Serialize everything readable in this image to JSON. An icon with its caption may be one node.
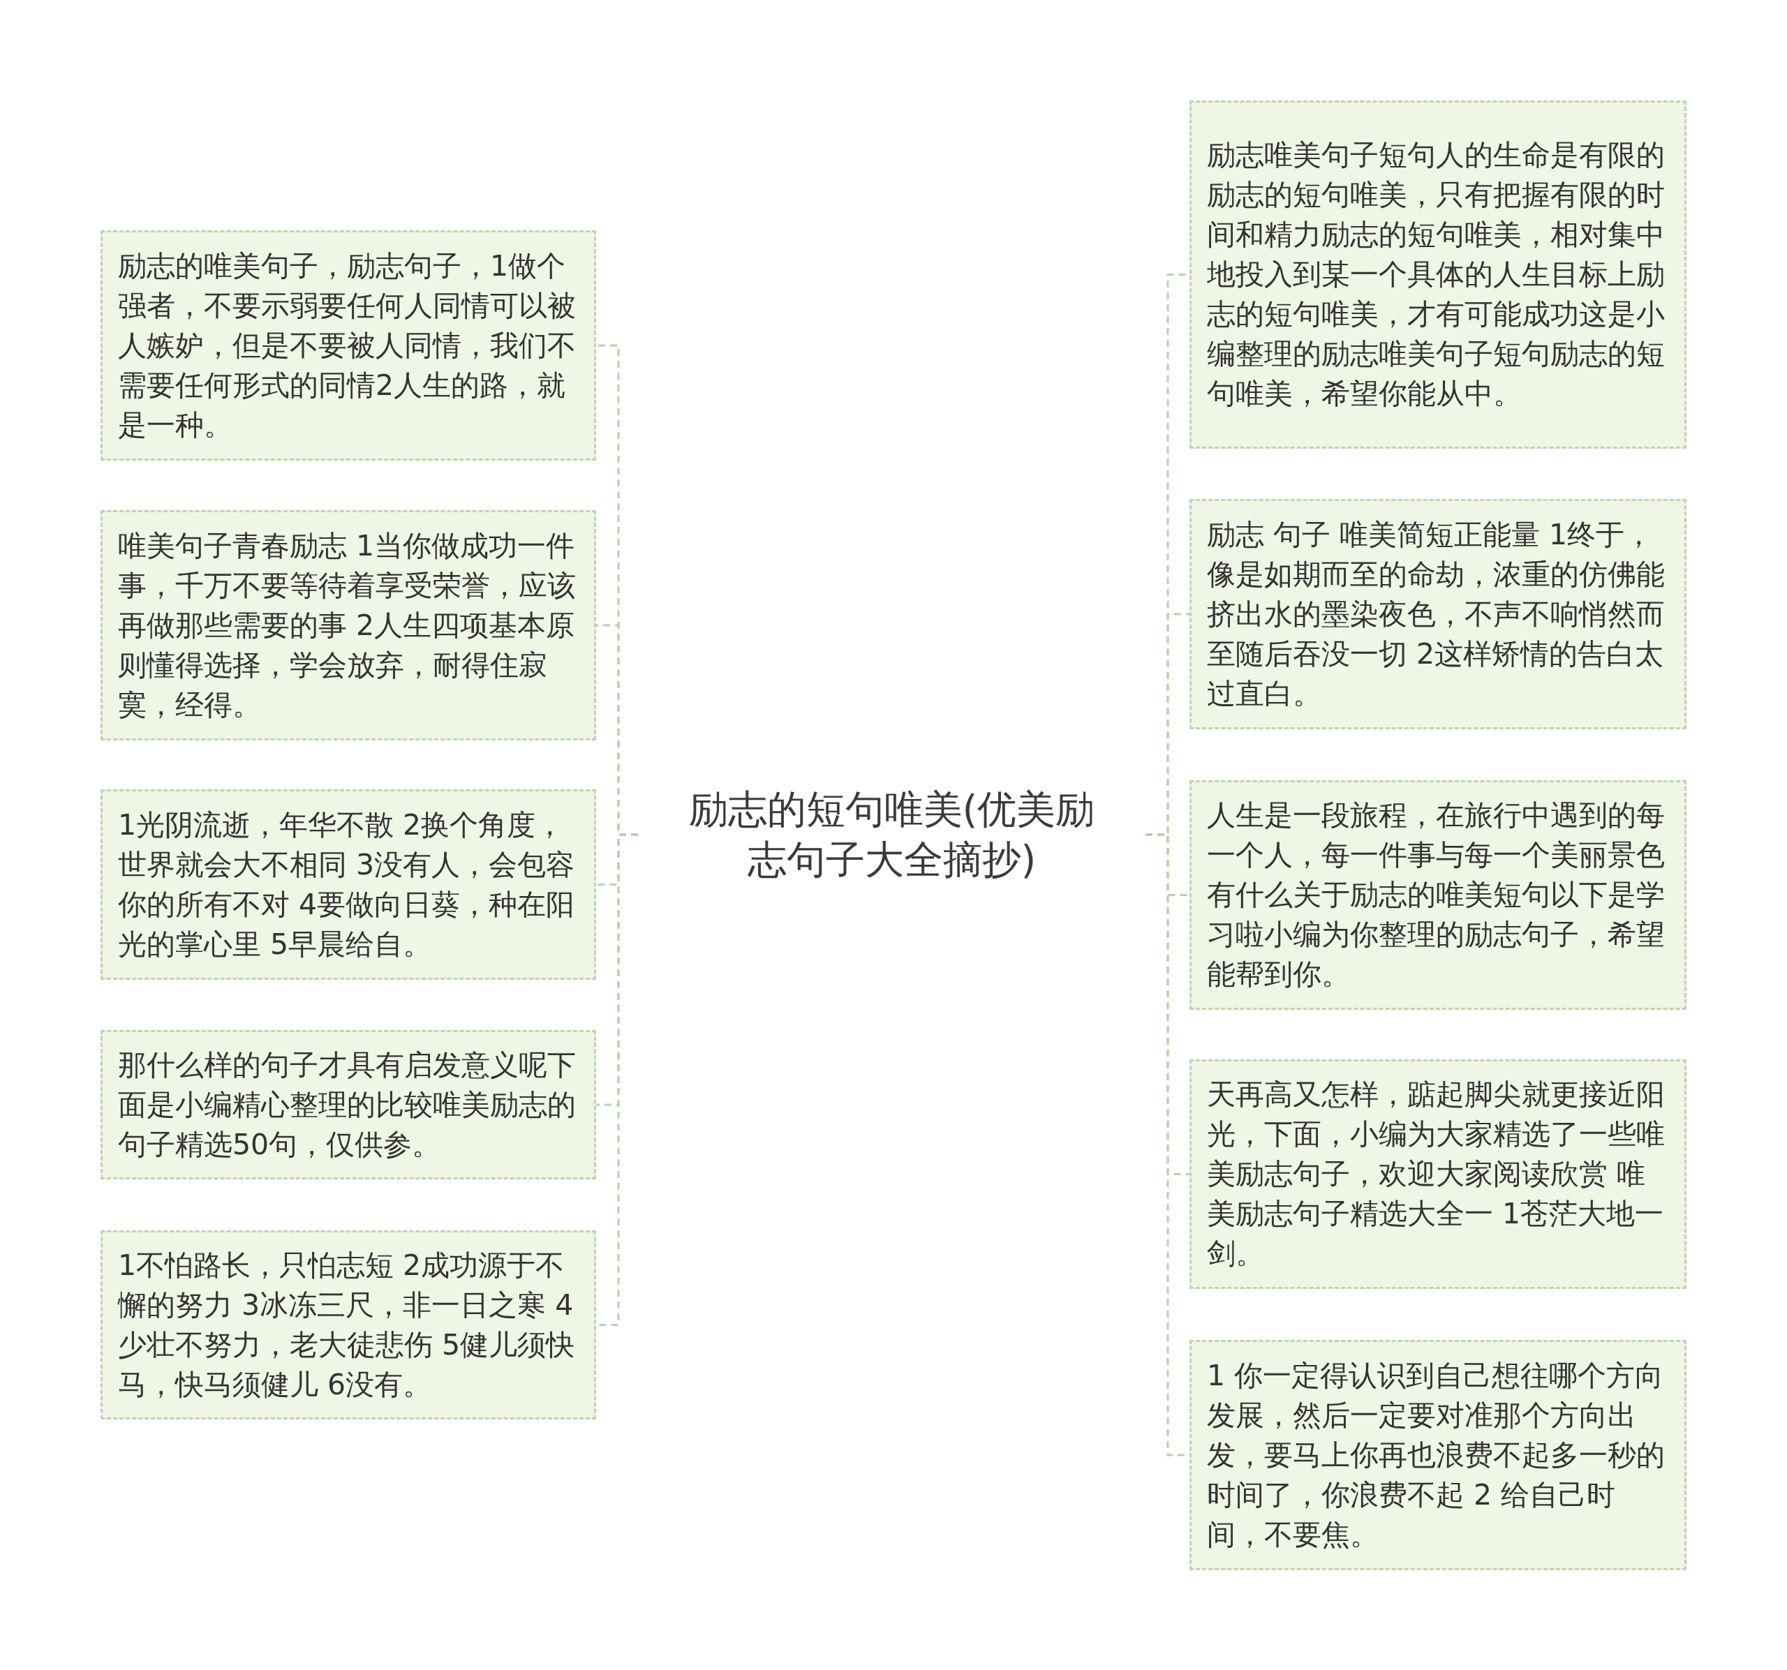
{
  "diagram": {
    "nodes": [
      {
        "text": [
          "励志的短句唯美(优美励志句子大全摘抄)"
        ]
      },
      {
        "text": [
          "励志的唯美句子，励志句子，1做个强者，不要示弱要任何人同情可以被人嫉妒，但是不要被人同情，我们不需要任何形式的同情2人生的路，就是一种。"
        ]
      },
      {
        "text": [
          "唯美句子青春励志 1当你做成功一件事，千万不要等待着享受荣誉，应该再做那些需要的事 2人生四项基本原则懂得选择，学会放弃，耐得住寂寞，经得。"
        ]
      },
      {
        "text": [
          "1光阴流逝，年华不散 2换个角度，世界就会大不相同 3没有人，会包容你的所有不对 4要做向日葵，种在阳光的掌心里 5早晨给自。"
        ]
      },
      {
        "text": [
          "那什么样的句子才具有启发意义呢下面是小编精心整理的比较唯美励志的句子精选50句，仅供参。"
        ]
      },
      {
        "text": [
          "1不怕路长，只怕志短 2成功源于不懈的努力 3冰冻三尺，非一日之寒 4少壮不努力，老大徒悲伤 5健儿须快马，快马须健儿 6没有。"
        ]
      },
      {
        "text": [
          "励志唯美句子短句人的生命是有限的励志的短句唯美，只有把握有限的时间和精力励志的短句唯美，相对集中地投入到某一个具体的人生目标上励志的短句唯美，才有可能成功这是小编整理的励志唯美句子短句励志的短句唯美，希望你能从中。"
        ]
      },
      {
        "text": [
          "励志 句子 唯美简短正能量 1终于，像是如期而至的命劫，浓重的仿佛能挤出水的墨染夜色，不声不响悄然而至随后吞没一切 2这样矫情的告白太过直白。"
        ]
      },
      {
        "text": [
          "人生是一段旅程，在旅行中遇到的每一个人，每一件事与每一个美丽景色有什么关于励志的唯美短句以下是学习啦小编为你整理的励志句子，希望能帮到你。"
        ]
      },
      {
        "text": [
          "天再高又怎样，踮起脚尖就更接近阳光，下面，小编为大家精选了一些唯美励志句子，欢迎大家阅读欣赏 唯美励志句子精选大全一 1苍茫大地一剑。"
        ]
      },
      {
        "text": [
          "1 你一定得认识到自己想往哪个方向发展，然后一定要对准那个方向出发，要马上你再也浪费不起多一秒的时间了，你浪费不起 2 给自己时间，不要焦。"
        ]
      }
    ],
    "edges": [
      {
        "from": 0,
        "to": 1,
        "arrow": "none",
        "style": "dashed"
      },
      {
        "from": 0,
        "to": 2,
        "arrow": "none",
        "style": "dashed"
      },
      {
        "from": 0,
        "to": 3,
        "arrow": "none",
        "style": "dashed"
      },
      {
        "from": 0,
        "to": 4,
        "arrow": "none",
        "style": "dashed"
      },
      {
        "from": 0,
        "to": 5,
        "arrow": "none",
        "style": "dashed"
      },
      {
        "from": 0,
        "to": 6,
        "arrow": "none",
        "style": "dashed"
      },
      {
        "from": 0,
        "to": 7,
        "arrow": "none",
        "style": "dashed"
      },
      {
        "from": 0,
        "to": 8,
        "arrow": "none",
        "style": "dashed"
      },
      {
        "from": 0,
        "to": 9,
        "arrow": "none",
        "style": "dashed"
      },
      {
        "from": 0,
        "to": 10,
        "arrow": "none",
        "style": "dashed"
      }
    ]
  }
}
